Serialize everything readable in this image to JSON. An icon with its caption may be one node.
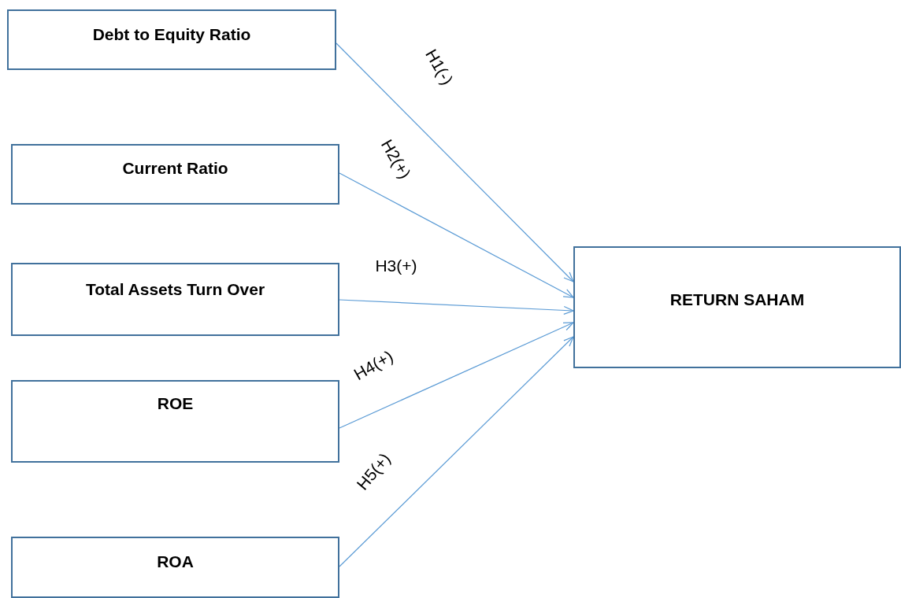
{
  "diagram": {
    "nodes": [
      {
        "text": [
          "Debt to Equity Ratio"
        ]
      },
      {
        "text": [
          "Current Ratio"
        ]
      },
      {
        "text": [
          "Total Assets Turn Over"
        ]
      },
      {
        "text": [
          "ROE"
        ]
      },
      {
        "text": [
          "ROA"
        ]
      },
      {
        "text": [
          "RETURN SAHAM"
        ]
      }
    ],
    "edges": [
      {
        "from": 0,
        "to": 5,
        "arrow": "to",
        "label": "H1(-)"
      },
      {
        "from": 1,
        "to": 5,
        "arrow": "to",
        "label": "H2(+)"
      },
      {
        "from": 2,
        "to": 5,
        "arrow": "to",
        "label": "H3(+)"
      },
      {
        "from": 3,
        "to": 5,
        "arrow": "to",
        "label": "H4(+)"
      },
      {
        "from": 4,
        "to": 5,
        "arrow": "to",
        "label": "H5(+)"
      }
    ]
  }
}
